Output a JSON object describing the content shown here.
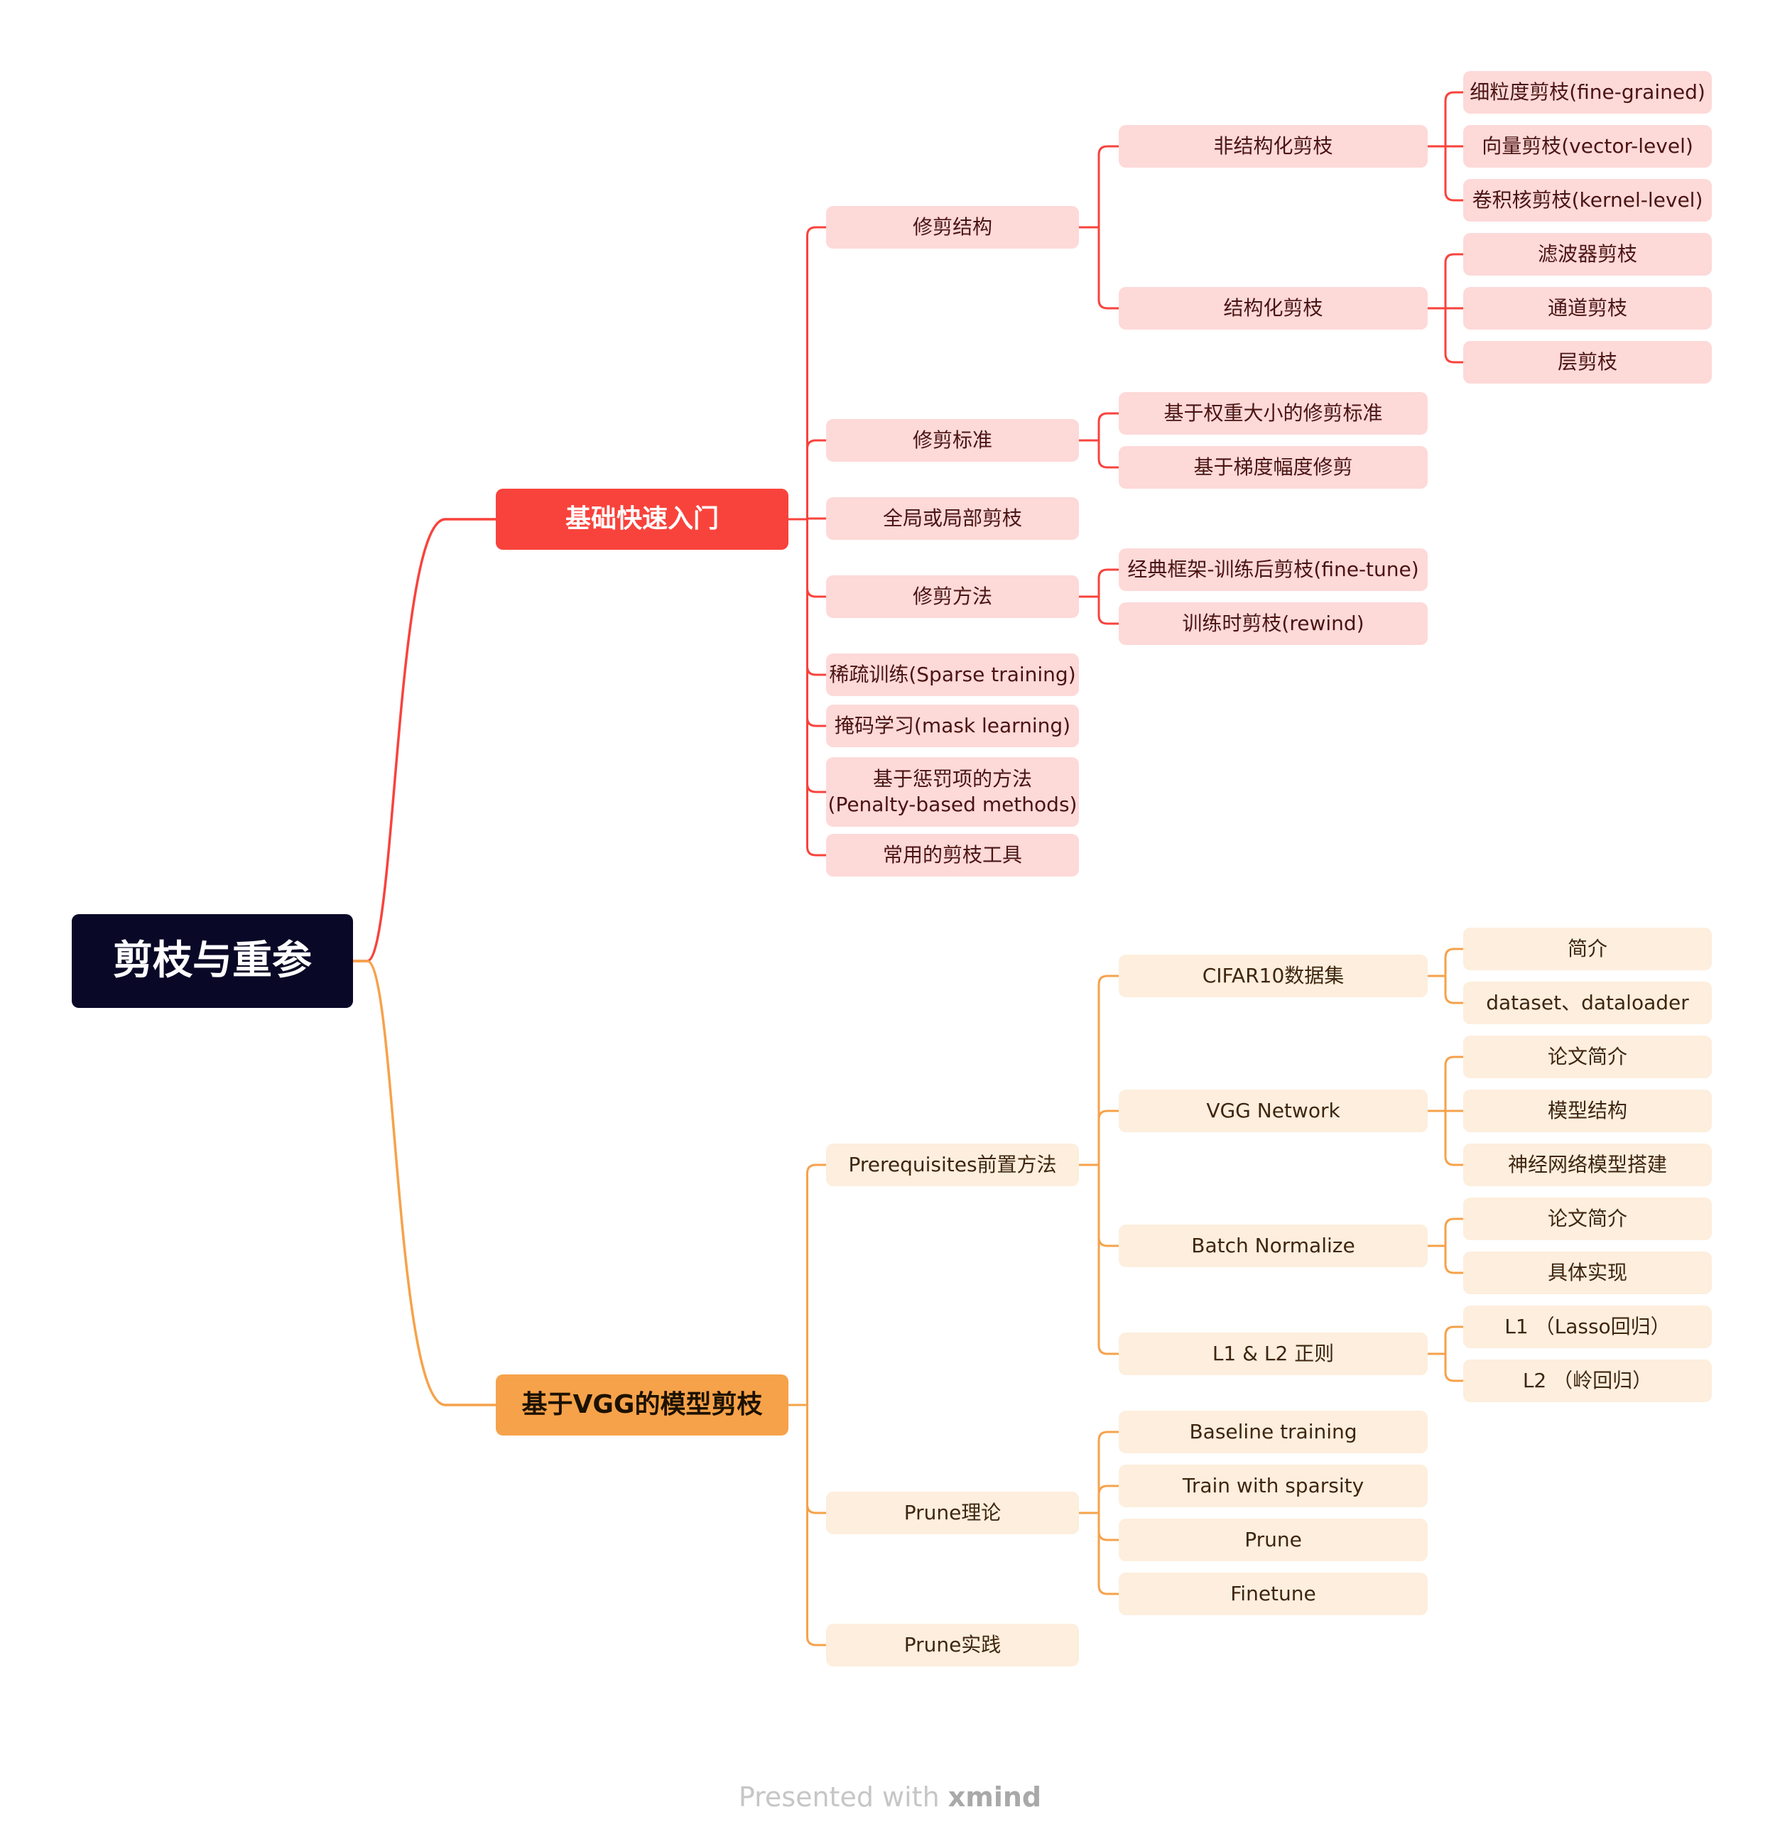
{
  "root": "剪枝与重参",
  "colors": {
    "branch1": "#f8433c",
    "branch2": "#f6a24a",
    "root_bg": "#090827"
  },
  "branch1": {
    "label": "基础快速入门",
    "items": [
      {
        "label": "修剪结构",
        "children": [
          {
            "label": "非结构化剪枝",
            "children": [
              "细粒度剪枝(fine-grained)",
              "向量剪枝(vector-level)",
              "卷积核剪枝(kernel-level)"
            ]
          },
          {
            "label": "结构化剪枝",
            "children": [
              "滤波器剪枝",
              "通道剪枝",
              "层剪枝"
            ]
          }
        ]
      },
      {
        "label": "修剪标准",
        "children": [
          "基于权重大小的修剪标准",
          "基于梯度幅度修剪"
        ]
      },
      {
        "label": "全局或局部剪枝"
      },
      {
        "label": "修剪方法",
        "children": [
          "经典框架-训练后剪枝(fine-tune)",
          "训练时剪枝(rewind)"
        ]
      },
      {
        "label": "稀疏训练(Sparse training)"
      },
      {
        "label": "掩码学习(mask learning)"
      },
      {
        "label": "基于惩罚项的方法\n(Penalty-based methods)"
      },
      {
        "label": "常用的剪枝工具"
      }
    ]
  },
  "branch2": {
    "label": "基于VGG的模型剪枝",
    "items": [
      {
        "label": "Prerequisites前置方法",
        "children": [
          {
            "label": "CIFAR10数据集",
            "children": [
              "简介",
              "dataset、dataloader"
            ]
          },
          {
            "label": "VGG Network",
            "children": [
              "论文简介",
              "模型结构",
              "神经网络模型搭建"
            ]
          },
          {
            "label": "Batch Normalize",
            "children": [
              "论文简介",
              "具体实现"
            ]
          },
          {
            "label": "L1 & L2 正则",
            "children": [
              "L1 （Lasso回归）",
              "L2 （岭回归）"
            ]
          }
        ]
      },
      {
        "label": "Prune理论",
        "children": [
          "Baseline training",
          "Train with sparsity",
          "Prune",
          "Finetune"
        ]
      },
      {
        "label": "Prune实践"
      }
    ]
  },
  "footer": {
    "prefix": "Presented with ",
    "brand": "xmind"
  }
}
